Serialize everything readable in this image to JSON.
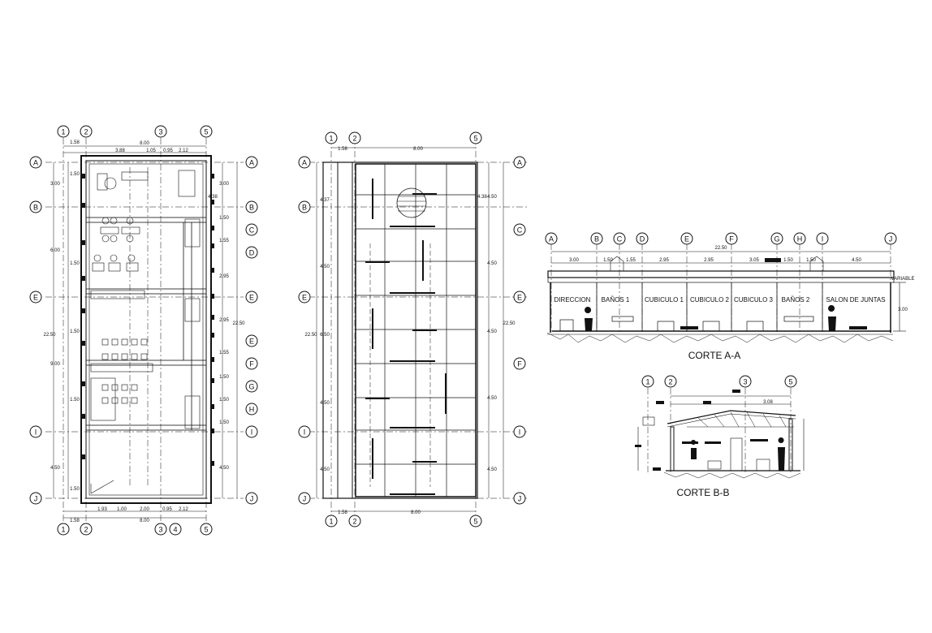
{
  "plan1": {
    "grid_top": [
      "1",
      "2",
      "3",
      "5"
    ],
    "grid_bottom": [
      "1",
      "2",
      "3",
      "4",
      "5"
    ],
    "grid_left": [
      "A",
      "B",
      "E",
      "I",
      "J"
    ],
    "grid_right": [
      "A",
      "B",
      "C",
      "D",
      "E",
      "E",
      "F",
      "G",
      "H",
      "I",
      "J"
    ],
    "dims_top": [
      "1.58",
      "8.00",
      "3.88",
      "1.05",
      "0.95",
      "2.12"
    ],
    "dims_bottom": [
      "1.58",
      "8.00",
      "1.93",
      "1.00",
      "2.00",
      "0.95",
      "2.12"
    ],
    "dims_left": [
      "3.00",
      "1.50",
      "6.00",
      "1.50",
      "22.50",
      "1.50",
      "9.00",
      "1.50",
      "4.50",
      "1.50"
    ],
    "dims_right": [
      "3.00",
      "4.38",
      "1.50",
      "1.55",
      "2.95",
      "2.95",
      "1.55",
      "1.50",
      "1.50",
      "1.50",
      "4.50",
      "22.50"
    ]
  },
  "plan2": {
    "grid_top": [
      "1",
      "2",
      "5"
    ],
    "grid_bottom": [
      "1",
      "2",
      "5"
    ],
    "grid_left": [
      "A",
      "B",
      "E",
      "I",
      "J"
    ],
    "grid_right": [
      "A",
      "C",
      "E",
      "F",
      "I",
      "J"
    ],
    "dims_top": [
      "1.58",
      "8.00"
    ],
    "dims_bottom": [
      "1.58",
      "8.00"
    ],
    "dims_left": [
      "4.37",
      "4.50",
      "22.50",
      "6.50",
      "4.50",
      "4.50"
    ],
    "dims_right": [
      "4.38",
      "4.50",
      "4.50",
      "4.50",
      "4.50",
      "4.50",
      "22.50"
    ]
  },
  "section_a": {
    "grid": [
      "A",
      "B",
      "C",
      "D",
      "E",
      "F",
      "G",
      "H",
      "I",
      "J"
    ],
    "dims": [
      "3.00",
      "1.50",
      "1.55",
      "2.95",
      "2.95",
      "3.05",
      "1.50",
      "1.50",
      "4.50"
    ],
    "total": "22.50",
    "rooms": [
      "DIRECCION",
      "BAÑOS 1",
      "CUBICULO 1",
      "CUBICULO 2",
      "CUBICULO 3",
      "BAÑOS 2",
      "SALON DE JUNTAS"
    ],
    "height": "3.00",
    "variable": "VARIABLE",
    "caption": "CORTE A-A"
  },
  "section_b": {
    "grid": [
      "1",
      "2",
      "3",
      "5"
    ],
    "dim": "3.08",
    "caption": "CORTE B-B"
  }
}
